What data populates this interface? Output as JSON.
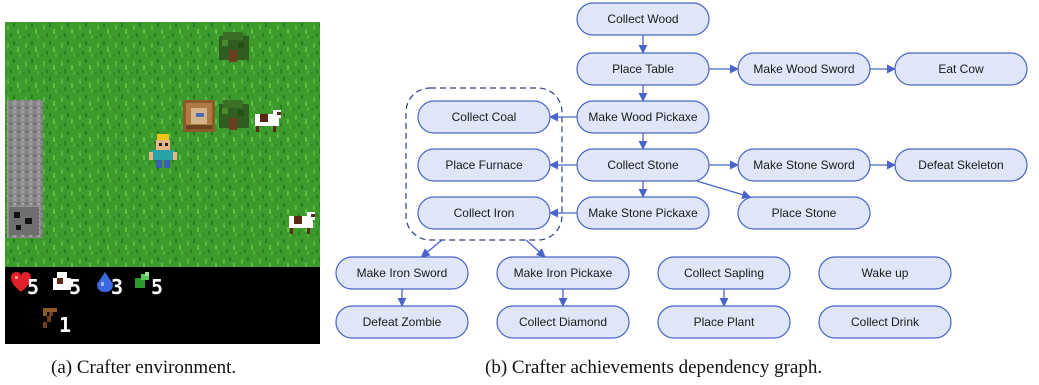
{
  "captions": {
    "a": "(a) Crafter environment.",
    "b": "(b) Crafter achievements dependency graph."
  },
  "game": {
    "inventory_icons": [
      "heart-icon",
      "food-icon",
      "drink-icon",
      "energy-icon"
    ],
    "inventory_values": [
      "5",
      "5",
      "3",
      "5"
    ],
    "tool_icon": "wood-pickaxe-icon",
    "tool_count": "1",
    "colors": {
      "grass": "#3d9a2c",
      "grass_dark": "#2e7e23",
      "stone": "#8a8a8a",
      "bar": "#000000"
    }
  },
  "graph": {
    "colors": {
      "node_fill": "#dfe6f8",
      "node_stroke": "#4a63c8",
      "edge": "#4a63c8",
      "text": "#1a1a1a"
    },
    "nodes": [
      {
        "id": "collect_wood",
        "label": "Collect Wood"
      },
      {
        "id": "place_table",
        "label": "Place Table"
      },
      {
        "id": "make_wood_sword",
        "label": "Make Wood Sword"
      },
      {
        "id": "eat_cow",
        "label": "Eat Cow"
      },
      {
        "id": "collect_coal",
        "label": "Collect Coal"
      },
      {
        "id": "make_wood_pickaxe",
        "label": "Make Wood Pickaxe"
      },
      {
        "id": "place_furnace",
        "label": "Place Furnace"
      },
      {
        "id": "collect_stone",
        "label": "Collect Stone"
      },
      {
        "id": "make_stone_sword",
        "label": "Make Stone Sword"
      },
      {
        "id": "defeat_skeleton",
        "label": "Defeat Skeleton"
      },
      {
        "id": "collect_iron",
        "label": "Collect Iron"
      },
      {
        "id": "make_stone_pickaxe",
        "label": "Make Stone Pickaxe"
      },
      {
        "id": "place_stone",
        "label": "Place Stone"
      },
      {
        "id": "make_iron_sword",
        "label": "Make Iron Sword"
      },
      {
        "id": "make_iron_pickaxe",
        "label": "Make Iron Pickaxe"
      },
      {
        "id": "collect_sapling",
        "label": "Collect Sapling"
      },
      {
        "id": "wake_up",
        "label": "Wake up"
      },
      {
        "id": "defeat_zombie",
        "label": "Defeat Zombie"
      },
      {
        "id": "collect_diamond",
        "label": "Collect Diamond"
      },
      {
        "id": "place_plant",
        "label": "Place Plant"
      },
      {
        "id": "collect_drink",
        "label": "Collect Drink"
      }
    ],
    "edges": [
      [
        "collect_wood",
        "place_table"
      ],
      [
        "place_table",
        "make_wood_sword"
      ],
      [
        "make_wood_sword",
        "eat_cow"
      ],
      [
        "place_table",
        "make_wood_pickaxe"
      ],
      [
        "make_wood_pickaxe",
        "collect_coal"
      ],
      [
        "make_wood_pickaxe",
        "collect_stone"
      ],
      [
        "collect_stone",
        "place_furnace"
      ],
      [
        "collect_stone",
        "make_stone_sword"
      ],
      [
        "make_stone_sword",
        "defeat_skeleton"
      ],
      [
        "collect_stone",
        "make_stone_pickaxe"
      ],
      [
        "collect_stone",
        "place_stone"
      ],
      [
        "make_stone_pickaxe",
        "collect_iron"
      ],
      [
        "group",
        "make_iron_sword"
      ],
      [
        "group",
        "make_iron_pickaxe"
      ],
      [
        "make_iron_sword",
        "defeat_zombie"
      ],
      [
        "make_iron_pickaxe",
        "collect_diamond"
      ],
      [
        "collect_sapling",
        "place_plant"
      ]
    ]
  }
}
